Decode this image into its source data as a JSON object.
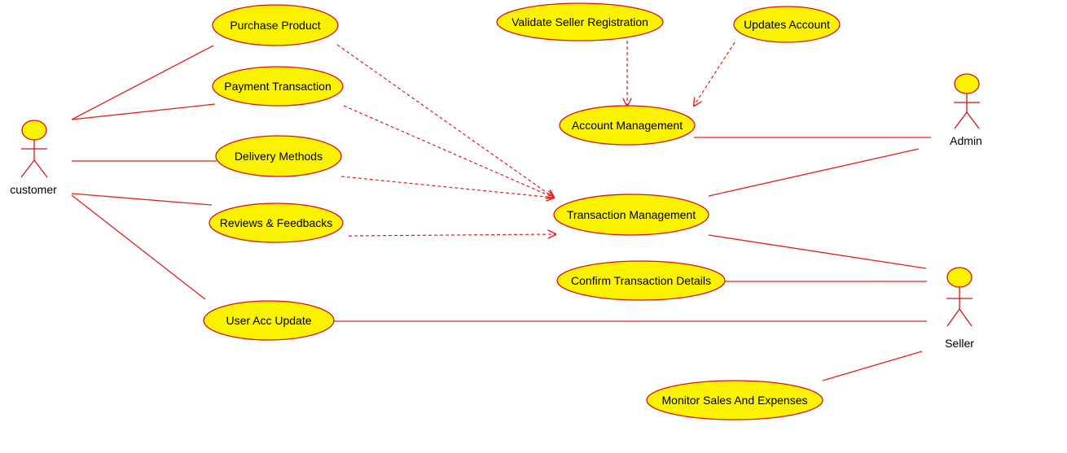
{
  "colors": {
    "line": "#e8201d",
    "usecase_fill": "#fbf200",
    "usecase_stroke": "#d81515",
    "text": "#000000",
    "background": "#ffffff"
  },
  "actors": {
    "customer": "customer",
    "admin": "Admin",
    "seller": "Seller"
  },
  "use_cases": {
    "purchase_product": "Purchase Product",
    "payment_transaction": "Payment Transaction",
    "delivery_methods": "Delivery Methods",
    "reviews_feedbacks": "Reviews & Feedbacks",
    "user_acc_update": "User Acc Update",
    "validate_seller_registration": "Validate Seller Registration",
    "updates_account": "Updates Account",
    "account_management": "Account Management",
    "transaction_management": "Transaction Management",
    "confirm_transaction_details": "Confirm Transaction Details",
    "monitor_sales_and_expenses": "Monitor Sales And Expenses"
  }
}
